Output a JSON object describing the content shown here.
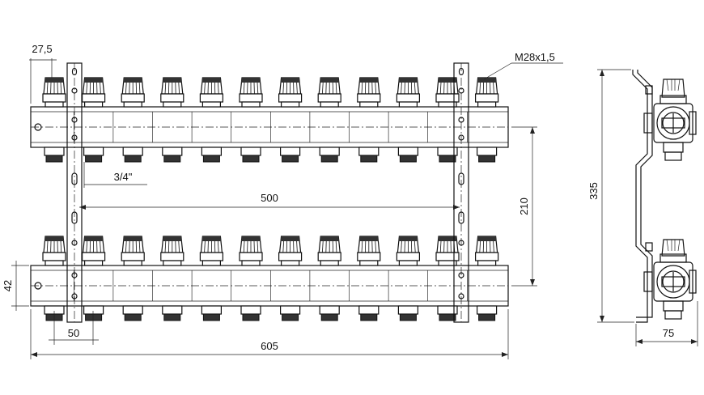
{
  "dimensions": {
    "cap_offset": "27,5",
    "thread": "M28x1,5",
    "connection": "3/4\"",
    "bracket_spacing": "500",
    "pipe_spacing": "210",
    "pipe_height": "42",
    "outlet_pitch": "50",
    "total_length": "605",
    "total_height": "335",
    "depth": "75"
  },
  "brackets": {
    "left_label": "0",
    "right_label": "0"
  },
  "outlets_per_bar": 12,
  "colors": {
    "line": "#111111",
    "cap_fill": "#ffffff",
    "cap_dark": "#333333"
  }
}
